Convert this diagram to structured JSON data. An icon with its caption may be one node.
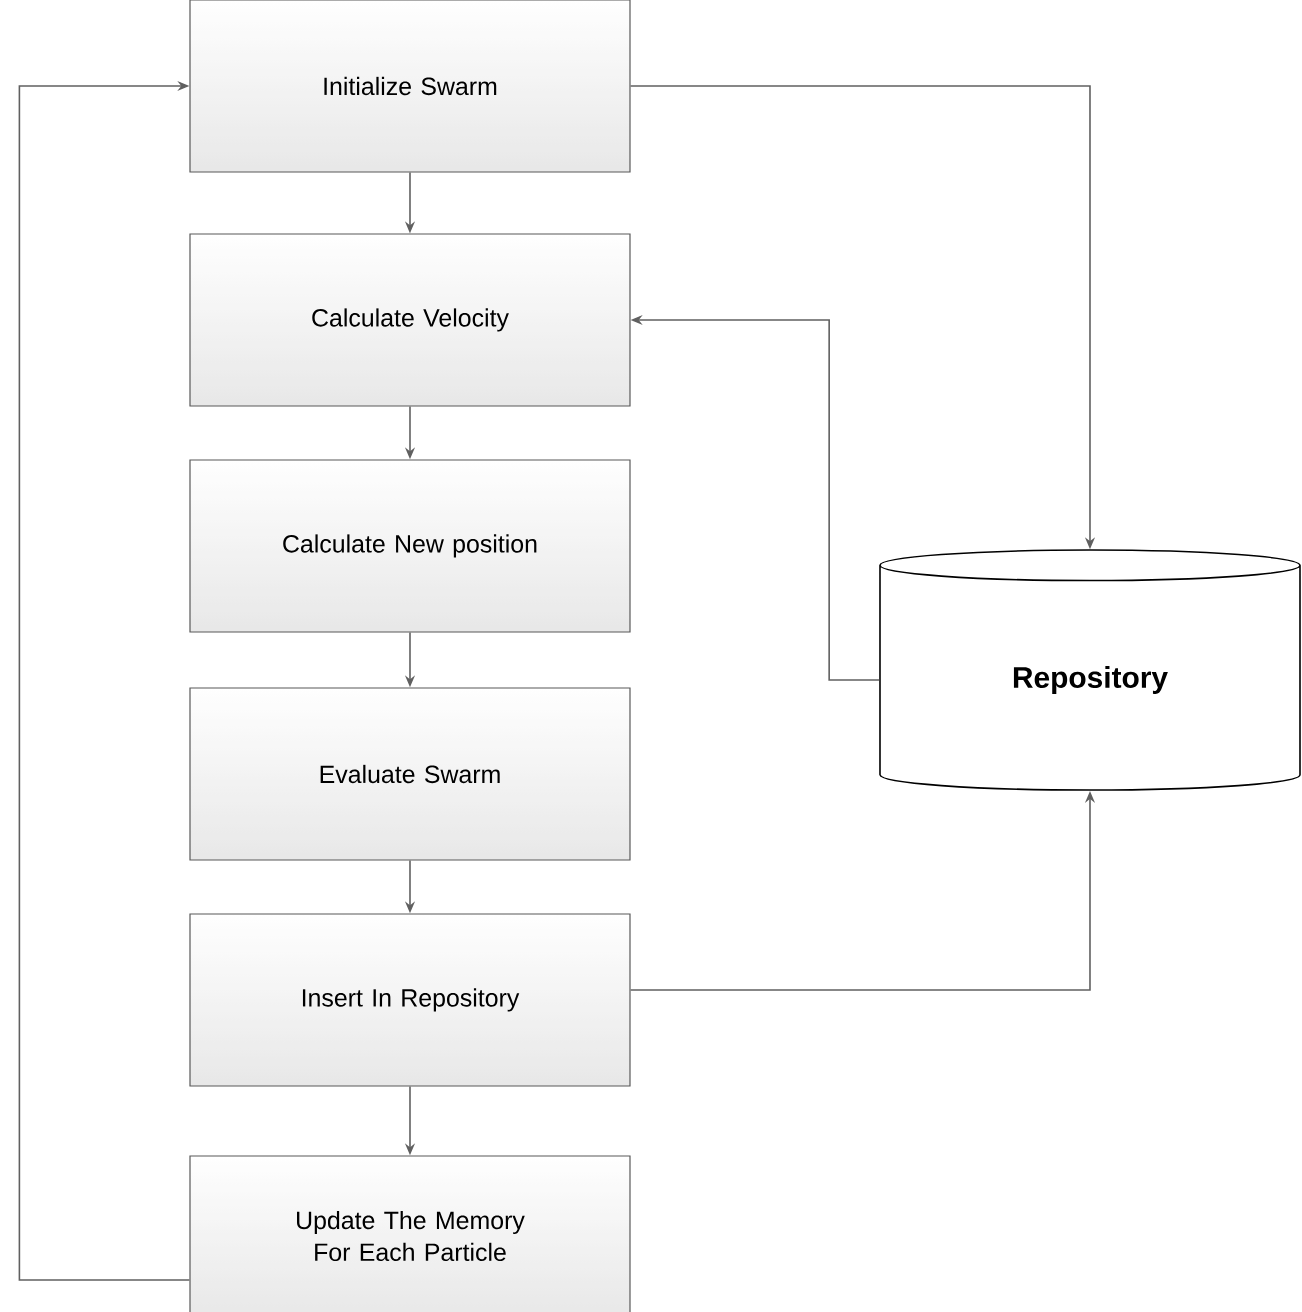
{
  "diagram": {
    "nodes": [
      {
        "text": [
          "Initialize Swarm"
        ]
      },
      {
        "text": [
          "Calculate Velocity"
        ]
      },
      {
        "text": [
          "Calculate New position"
        ]
      },
      {
        "text": [
          "Evaluate Swarm"
        ]
      },
      {
        "text": [
          "Insert In Repository"
        ]
      },
      {
        "text": [
          "Update The Memory For Each Particle"
        ]
      },
      {
        "text": [
          "Repository"
        ]
      }
    ],
    "edges": [
      {
        "from": 0,
        "to": 1,
        "arrow": "to"
      },
      {
        "from": 1,
        "to": 2,
        "arrow": "to"
      },
      {
        "from": 2,
        "to": 3,
        "arrow": "to"
      },
      {
        "from": 3,
        "to": 4,
        "arrow": "to"
      },
      {
        "from": 4,
        "to": 5,
        "arrow": "to"
      },
      {
        "from": 5,
        "to": 0,
        "arrow": "to"
      },
      {
        "from": 0,
        "to": 6,
        "arrow": "to"
      },
      {
        "from": 6,
        "to": 1,
        "arrow": "to"
      },
      {
        "from": 4,
        "to": 6,
        "arrow": "to"
      }
    ]
  }
}
